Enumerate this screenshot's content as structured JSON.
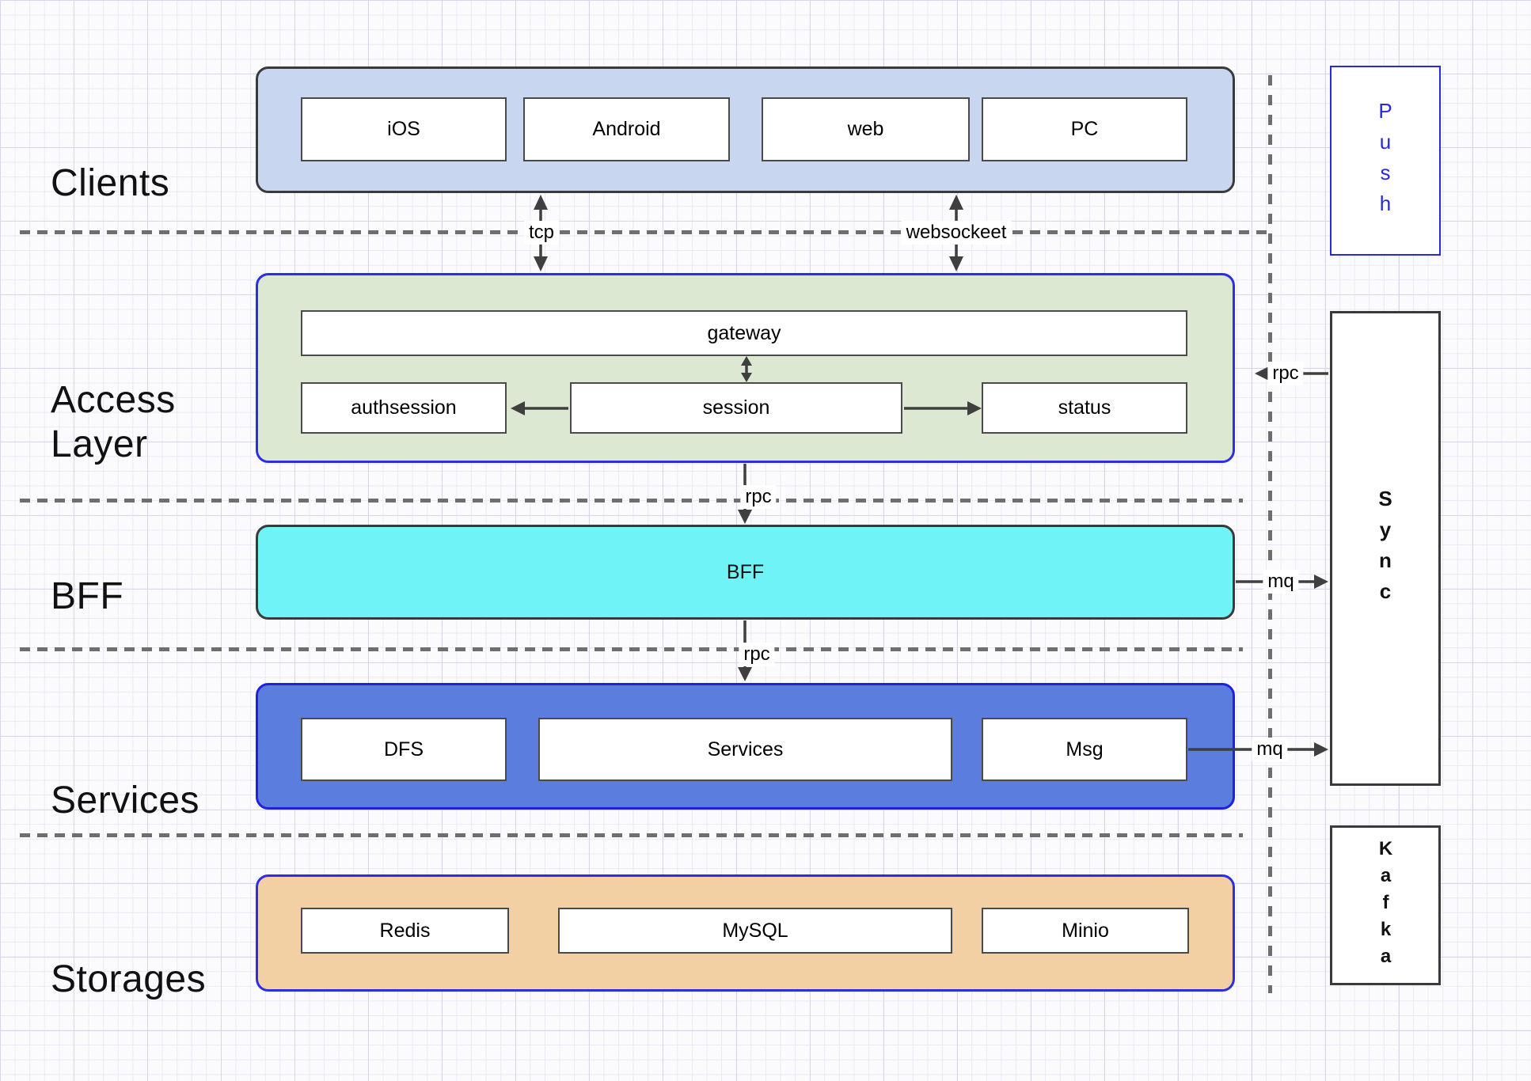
{
  "layer_labels": {
    "clients": "Clients",
    "access": "Access Layer",
    "bff": "BFF",
    "services": "Services",
    "storages": "Storages"
  },
  "clients": {
    "ios": "iOS",
    "android": "Android",
    "web": "web",
    "pc": "PC"
  },
  "access": {
    "gateway": "gateway",
    "authsession": "authsession",
    "session": "session",
    "status": "status"
  },
  "bff": {
    "box": "BFF"
  },
  "services": {
    "dfs": "DFS",
    "services": "Services",
    "msg": "Msg"
  },
  "storages": {
    "redis": "Redis",
    "mysql": "MySQL",
    "minio": "Minio"
  },
  "rail": {
    "push": "Push",
    "sync": "Sync",
    "kafka": "Kafka"
  },
  "edge_labels": {
    "tcp": "tcp",
    "websocket": "websockeet",
    "rpc_access_bff": "rpc",
    "rpc_bff_services": "rpc",
    "rpc_sync_access": "rpc",
    "mq_bff_sync": "mq",
    "mq_msg_sync": "mq"
  },
  "colors": {
    "clients_fill": "#c9d6f0",
    "access_fill": "#dce8d2",
    "bff_fill": "#70f3f6",
    "services_fill": "#5b7ede",
    "storages_fill": "#f2d0a3",
    "blue_border": "#2d2de8",
    "dark_border": "#3a3a3a",
    "push_accent": "#2828e0",
    "arrow": "#3f3f3f",
    "dashed_line": "#6e6e6e"
  }
}
